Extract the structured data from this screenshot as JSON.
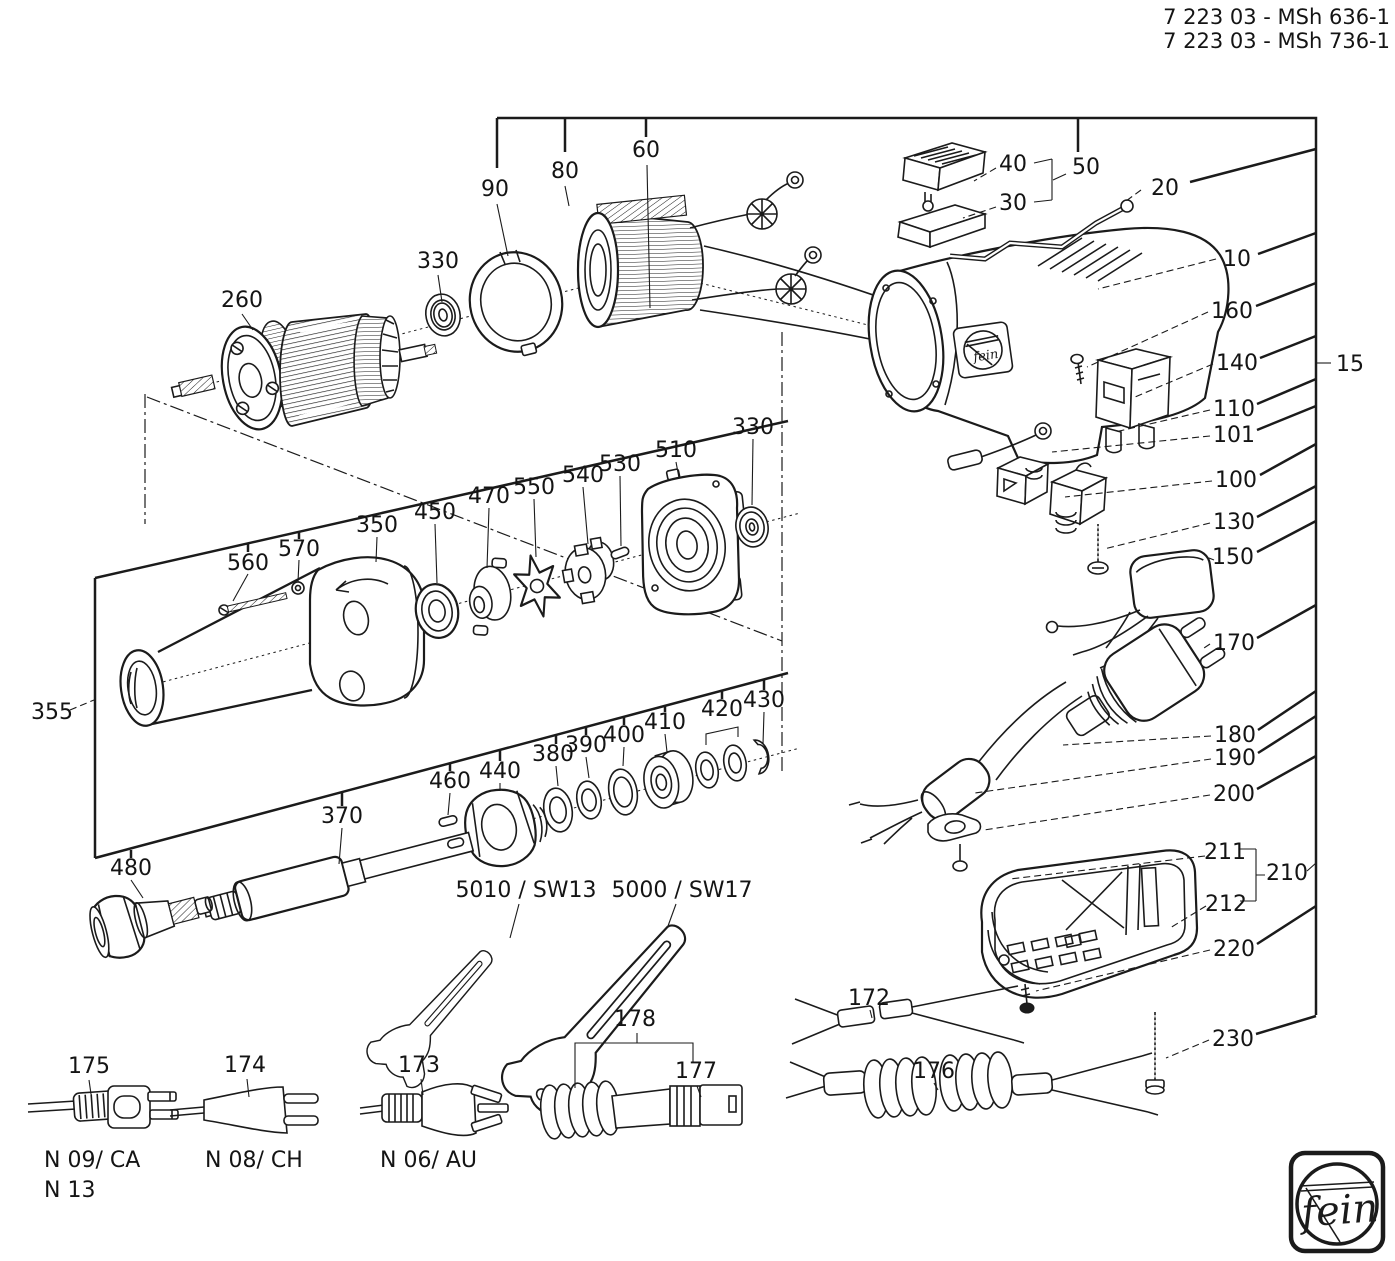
{
  "document": {
    "title_line_1": "7 223 03 - MSh 636-1",
    "title_line_2": "7 223 03 - MSh 736-1"
  },
  "brand": {
    "logo_text": "fein"
  },
  "callouts": {
    "c10": "10",
    "c15": "15",
    "c20": "20",
    "c30": "30",
    "c40": "40",
    "c50": "50",
    "c60": "60",
    "c80": "80",
    "c90": "90",
    "c100": "100",
    "c101": "101",
    "c110": "110",
    "c130": "130",
    "c140": "140",
    "c150": "150",
    "c160": "160",
    "c170": "170",
    "c172": "172",
    "c173": "173",
    "c174": "174",
    "c175": "175",
    "c176": "176",
    "c177": "177",
    "c178": "178",
    "c180": "180",
    "c190": "190",
    "c200": "200",
    "c210": "210",
    "c211": "211",
    "c212": "212",
    "c220": "220",
    "c230": "230",
    "c260": "260",
    "c330a": "330",
    "c330b": "330",
    "c350": "350",
    "c355": "355",
    "c370": "370",
    "c380": "380",
    "c390": "390",
    "c400": "400",
    "c410": "410",
    "c420": "420",
    "c430": "430",
    "c440": "440",
    "c450": "450",
    "c460": "460",
    "c470": "470",
    "c480": "480",
    "c510": "510",
    "c530": "530",
    "c540": "540",
    "c550": "550",
    "c560": "560",
    "c570": "570"
  },
  "tools": {
    "wrench_small": "5010 / SW13",
    "wrench_large": "5000 / SW17"
  },
  "plug_variants": {
    "v175a": "N 09/ CA",
    "v175b": "N 13",
    "v174": "N 08/ CH",
    "v173": "N 06/ AU"
  }
}
